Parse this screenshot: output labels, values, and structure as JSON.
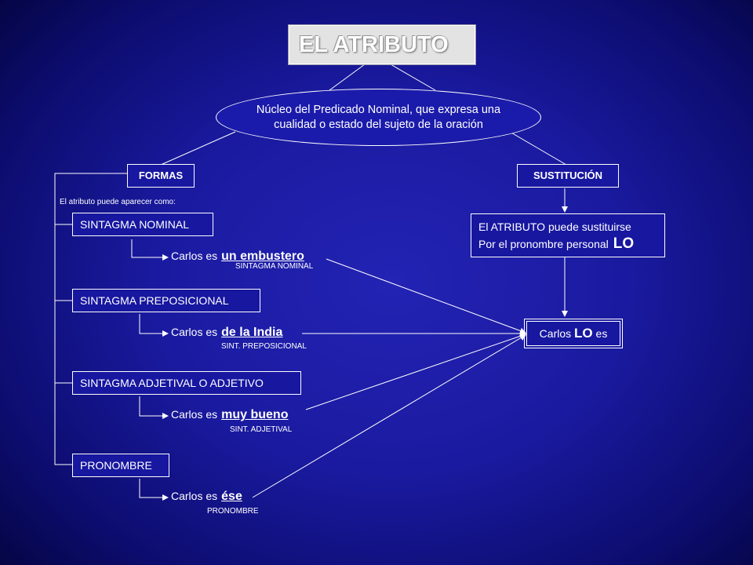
{
  "title": "EL ATRIBUTO",
  "definition": "Núcleo del Predicado Nominal, que expresa una cualidad o estado del sujeto de la oración",
  "formas": {
    "header": "FORMAS",
    "intro": "El atributo puede aparecer como:",
    "items": [
      {
        "type": "SINTAGMA NOMINAL",
        "prefix": "Carlos es",
        "phrase": "un embustero",
        "label": "SINTAGMA NOMINAL"
      },
      {
        "type": "SINTAGMA PREPOSICIONAL",
        "prefix": "Carlos es",
        "phrase": "de la India",
        "label": "SINT. PREPOSICIONAL"
      },
      {
        "type": "SINTAGMA ADJETIVAL O ADJETIVO",
        "prefix": "Carlos es",
        "phrase": "muy bueno",
        "label": "SINT. ADJETIVAL"
      },
      {
        "type": "PRONOMBRE",
        "prefix": "Carlos es",
        "phrase": "ése",
        "label": "PRONOMBRE"
      }
    ]
  },
  "sustitucion": {
    "header": "SUSTITUCIÓN",
    "line1": "El ATRIBUTO puede sustituirse",
    "line2": "Por el pronombre personal",
    "pronoun": "LO",
    "result_pre": "Carlos",
    "result_pronoun": "LO",
    "result_post": "es"
  },
  "colors": {
    "background": "#1a1aa0",
    "lines": "#ffffff",
    "title_box": "#e3e3e3"
  }
}
